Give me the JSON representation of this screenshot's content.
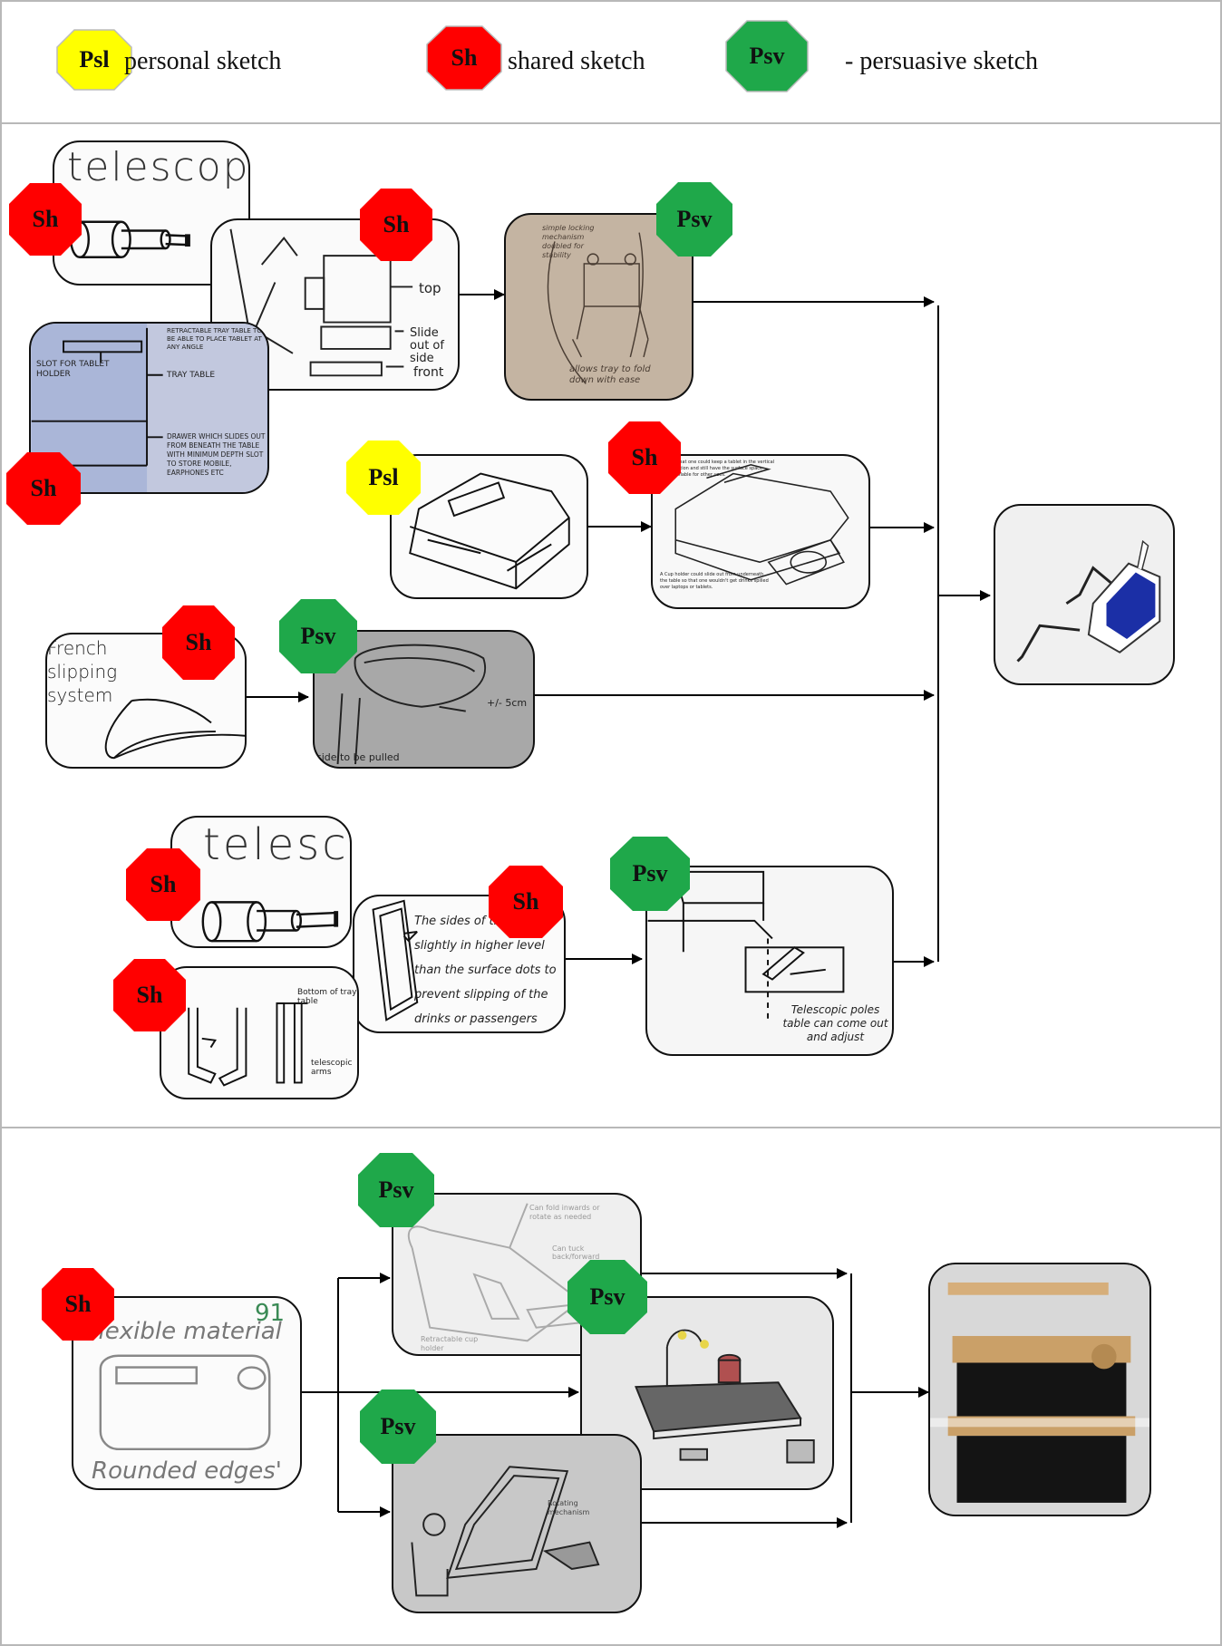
{
  "legend": {
    "items": [
      {
        "badge": "Psl",
        "text": "personal sketch",
        "color": "#ffff00"
      },
      {
        "badge": "Sh",
        "text": "shared sketch",
        "color": "#ff0000"
      },
      {
        "badge": "Psv",
        "text": "- persuasive sketch",
        "color": "#1fa84a"
      }
    ]
  },
  "badges": {
    "sh": "Sh",
    "psl": "Psl",
    "psv": "Psv"
  },
  "sketch_text": {
    "telescopic_1": "telescopic",
    "telescopic_2": "telesco",
    "tray_top": "top",
    "tray_slide": "Slide out of side",
    "tray_front": "front",
    "tray_notes": "simple locking mechanism doubled for stability",
    "tray_allows": "allows tray to fold down with ease",
    "blue_slot": "SLOT FOR TABLET HOLDER",
    "blue_tray": "TRAY TABLE",
    "blue_retract": "RETRACTABLE TRAY TABLE TO BE ABLE TO PLACE TABLET AT ANY ANGLE",
    "blue_drawer": "DRAWER WHICH SLIDES OUT FROM BENEATH THE TABLE WITH MINIMUM DEPTH SLOT TO STORE MOBILE, EARPHONES ETC",
    "cup_note_top": "so that one could keep a tablet in the vertical position and still have the surface space available for other uses.",
    "cup_note_bottom": "A Cup holder could slide out from underneath the table so that one wouldn't get drinks spilled over laptops or tablets.",
    "french": "French slipping system",
    "five_cm": "+/- 5cm",
    "pulled": "side to be pulled",
    "sides_note": "The sides of the table slightly in higher level than the surface dots to prevent slipping of the drinks or passengers",
    "bottom_tray": "Bottom of tray table",
    "tele_arms": "telescopic arms",
    "tele_poles": "Telescopic poles table can come out and adjust",
    "flexible": "flexible material",
    "rounded": "Rounded edges'",
    "num91": "91",
    "can_fold": "Can fold inwards or rotate as needed",
    "can_tuck": "Can tuck back/forward",
    "retractable": "Retractable cup holder",
    "rotate_mech": "Rotating mechanism"
  }
}
